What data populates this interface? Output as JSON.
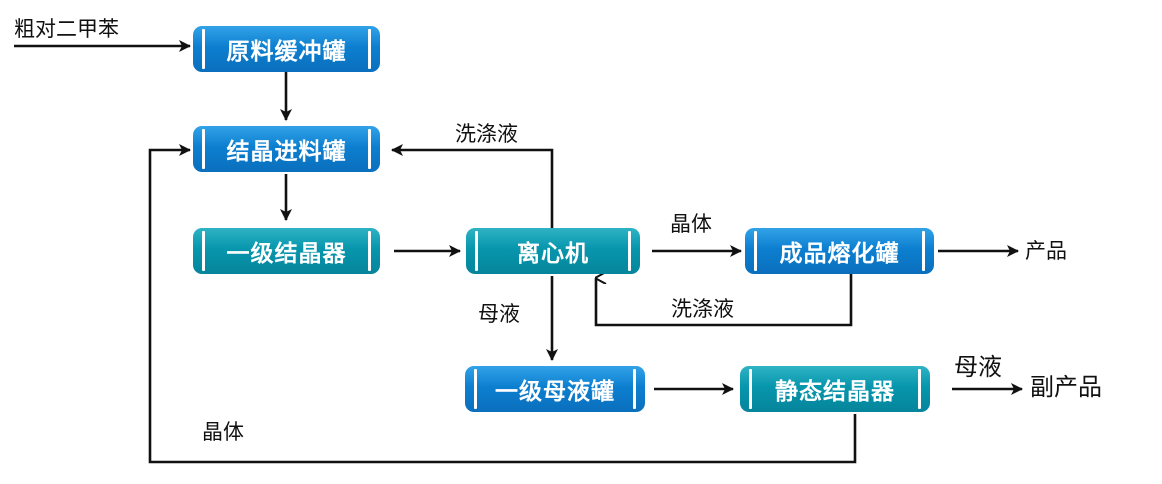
{
  "nodes": {
    "raw_buffer_tank": "原料缓冲罐",
    "crystallization_feed_tank": "结晶进料罐",
    "primary_crystallizer": "一级结晶器",
    "centrifuge": "离心机",
    "product_melting_tank": "成品熔化罐",
    "primary_mother_liquor_tank": "一级母液罐",
    "static_crystallizer": "静态结晶器"
  },
  "labels": {
    "feed_input": "粗对二甲苯",
    "wash_liquid_top": "洗涤液",
    "crystal_to_melt": "晶体",
    "product": "产品",
    "mother_liquor_left": "母液",
    "wash_liquid_bottom": "洗涤液",
    "mother_liquor_out": "母液",
    "byproduct": "副产品",
    "crystal_recycle": "晶体"
  },
  "colors": {
    "blue_node": "#0d7fd0",
    "teal_node": "#0796ad",
    "line": "#111111"
  }
}
